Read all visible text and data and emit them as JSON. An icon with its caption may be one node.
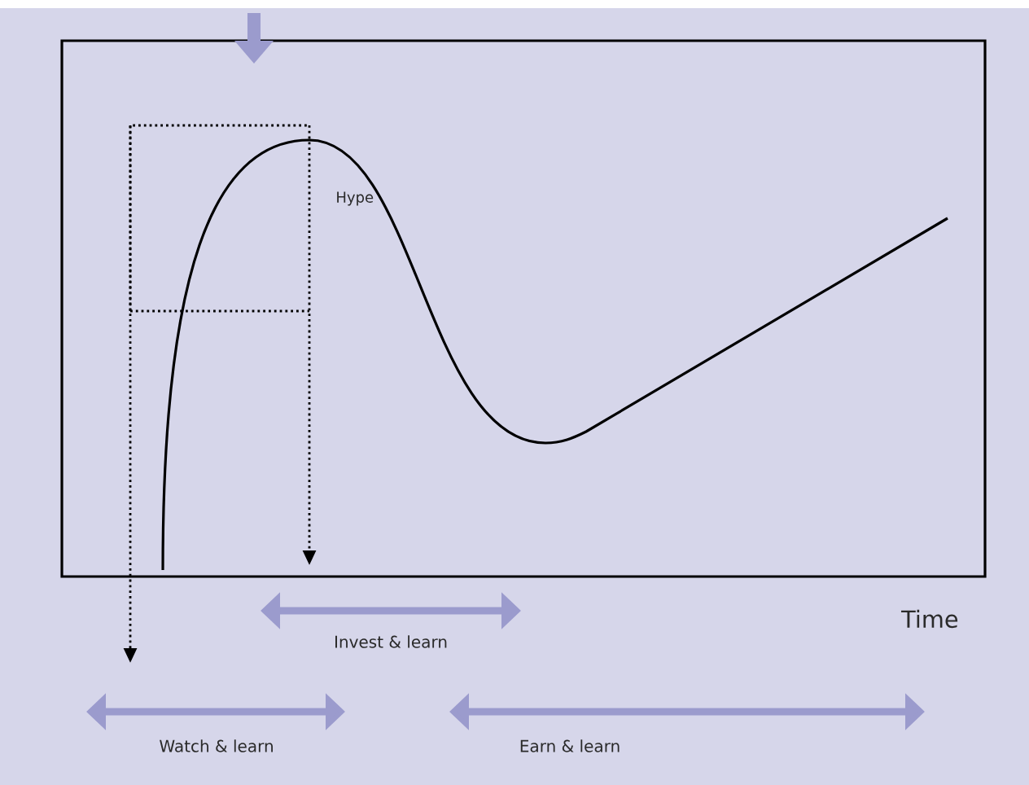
{
  "diagram": {
    "labels": [
      "Hype",
      "Time",
      "Invest & learn",
      "Watch & learn",
      "Earn & learn"
    ]
  }
}
